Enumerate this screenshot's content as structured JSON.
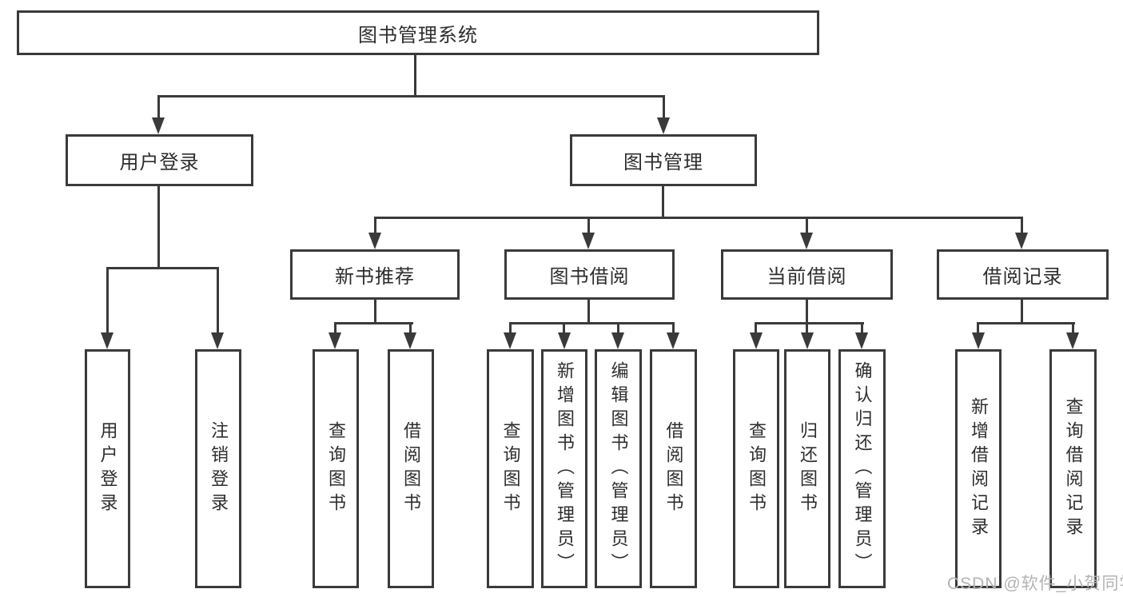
{
  "colors": {
    "line": "#3a3a3a",
    "text": "#2d2d2d",
    "watermark": "#b3b3b3",
    "canvas": "#ffffff"
  },
  "watermark": "CSDN @软件_小贺同学",
  "tree": {
    "label": "图书管理系统",
    "children": [
      {
        "label": "用户登录",
        "children": [
          {
            "label": "用户登录"
          },
          {
            "label": "注销登录"
          }
        ]
      },
      {
        "label": "图书管理",
        "children": [
          {
            "label": "新书推荐",
            "children": [
              {
                "label": "查询图书"
              },
              {
                "label": "借阅图书"
              }
            ]
          },
          {
            "label": "图书借阅",
            "children": [
              {
                "label": "查询图书"
              },
              {
                "label": "新增图书（管理员）"
              },
              {
                "label": "编辑图书（管理员）"
              },
              {
                "label": "借阅图书"
              }
            ]
          },
          {
            "label": "当前借阅",
            "children": [
              {
                "label": "查询图书"
              },
              {
                "label": "归还图书"
              },
              {
                "label": "确认归还（管理员）"
              }
            ]
          },
          {
            "label": "借阅记录",
            "children": [
              {
                "label": "新增借阅记录"
              },
              {
                "label": "查询借阅记录"
              }
            ]
          }
        ]
      }
    ]
  }
}
